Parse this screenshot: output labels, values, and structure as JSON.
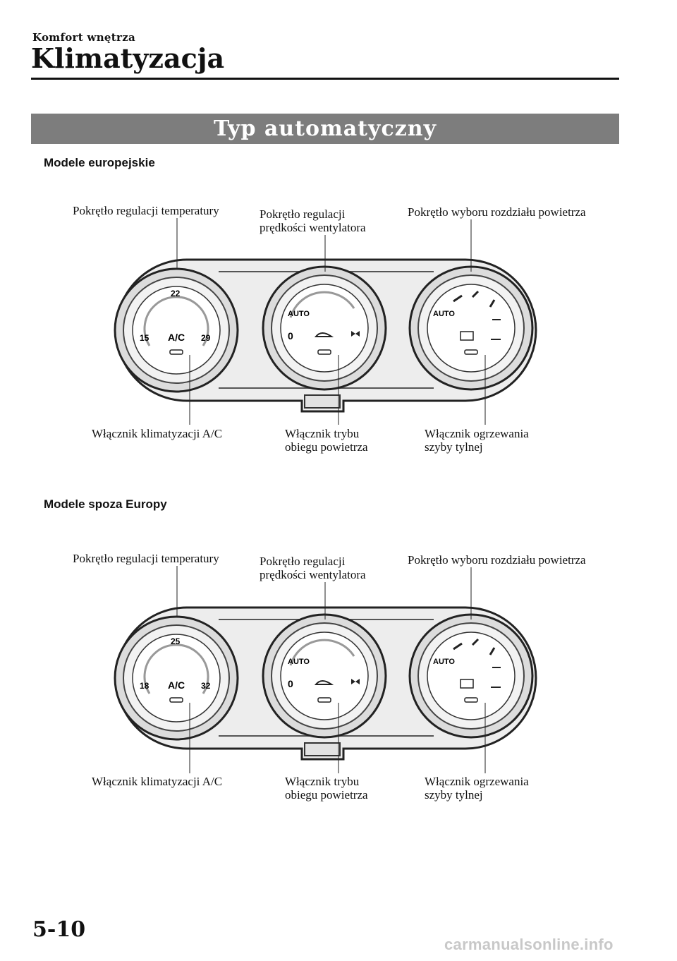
{
  "header": {
    "section": "Komfort wnętrza",
    "title": "Klimatyzacja"
  },
  "banner": "Typ automatyczny",
  "panels": [
    {
      "model": "Modele europejskie",
      "labels": {
        "temp_knob": "Pokrętło regulacji temperatury",
        "fan_knob_1": "Pokrętło regulacji",
        "fan_knob_2": "prędkości wentylatora",
        "dist_knob": "Pokrętło wyboru rozdziału powietrza",
        "ac_switch": "Włącznik klimatyzacji A/C",
        "recirc_1": "Włącznik trybu",
        "recirc_2": "obiegu powietrza",
        "rear_1": "Włącznik ogrzewania",
        "rear_2": "szyby tylnej"
      },
      "dial": {
        "top": "22",
        "left": "15",
        "right": "29",
        "ac": "A/C",
        "auto": "AUTO",
        "zero": "0"
      }
    },
    {
      "model": "Modele spoza Europy",
      "labels": {
        "temp_knob": "Pokrętło regulacji temperatury",
        "fan_knob_1": "Pokrętło regulacji",
        "fan_knob_2": "prędkości wentylatora",
        "dist_knob": "Pokrętło wyboru rozdziału powietrza",
        "ac_switch": "Włącznik klimatyzacji A/C",
        "recirc_1": "Włącznik trybu",
        "recirc_2": "obiegu powietrza",
        "rear_1": "Włącznik ogrzewania",
        "rear_2": "szyby tylnej"
      },
      "dial": {
        "top": "25",
        "left": "18",
        "right": "32",
        "ac": "A/C",
        "auto": "AUTO",
        "zero": "0"
      }
    }
  ],
  "footer": {
    "page": "5-10",
    "watermark": "carmanualsonline.info"
  }
}
